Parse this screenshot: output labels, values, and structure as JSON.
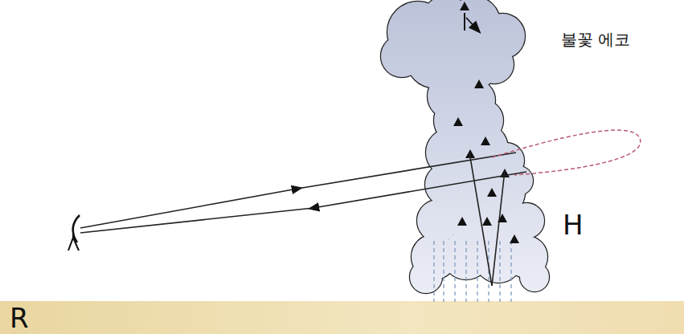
{
  "diagram": {
    "labels": [
      "불꽃 에코",
      "H",
      "R"
    ]
  }
}
